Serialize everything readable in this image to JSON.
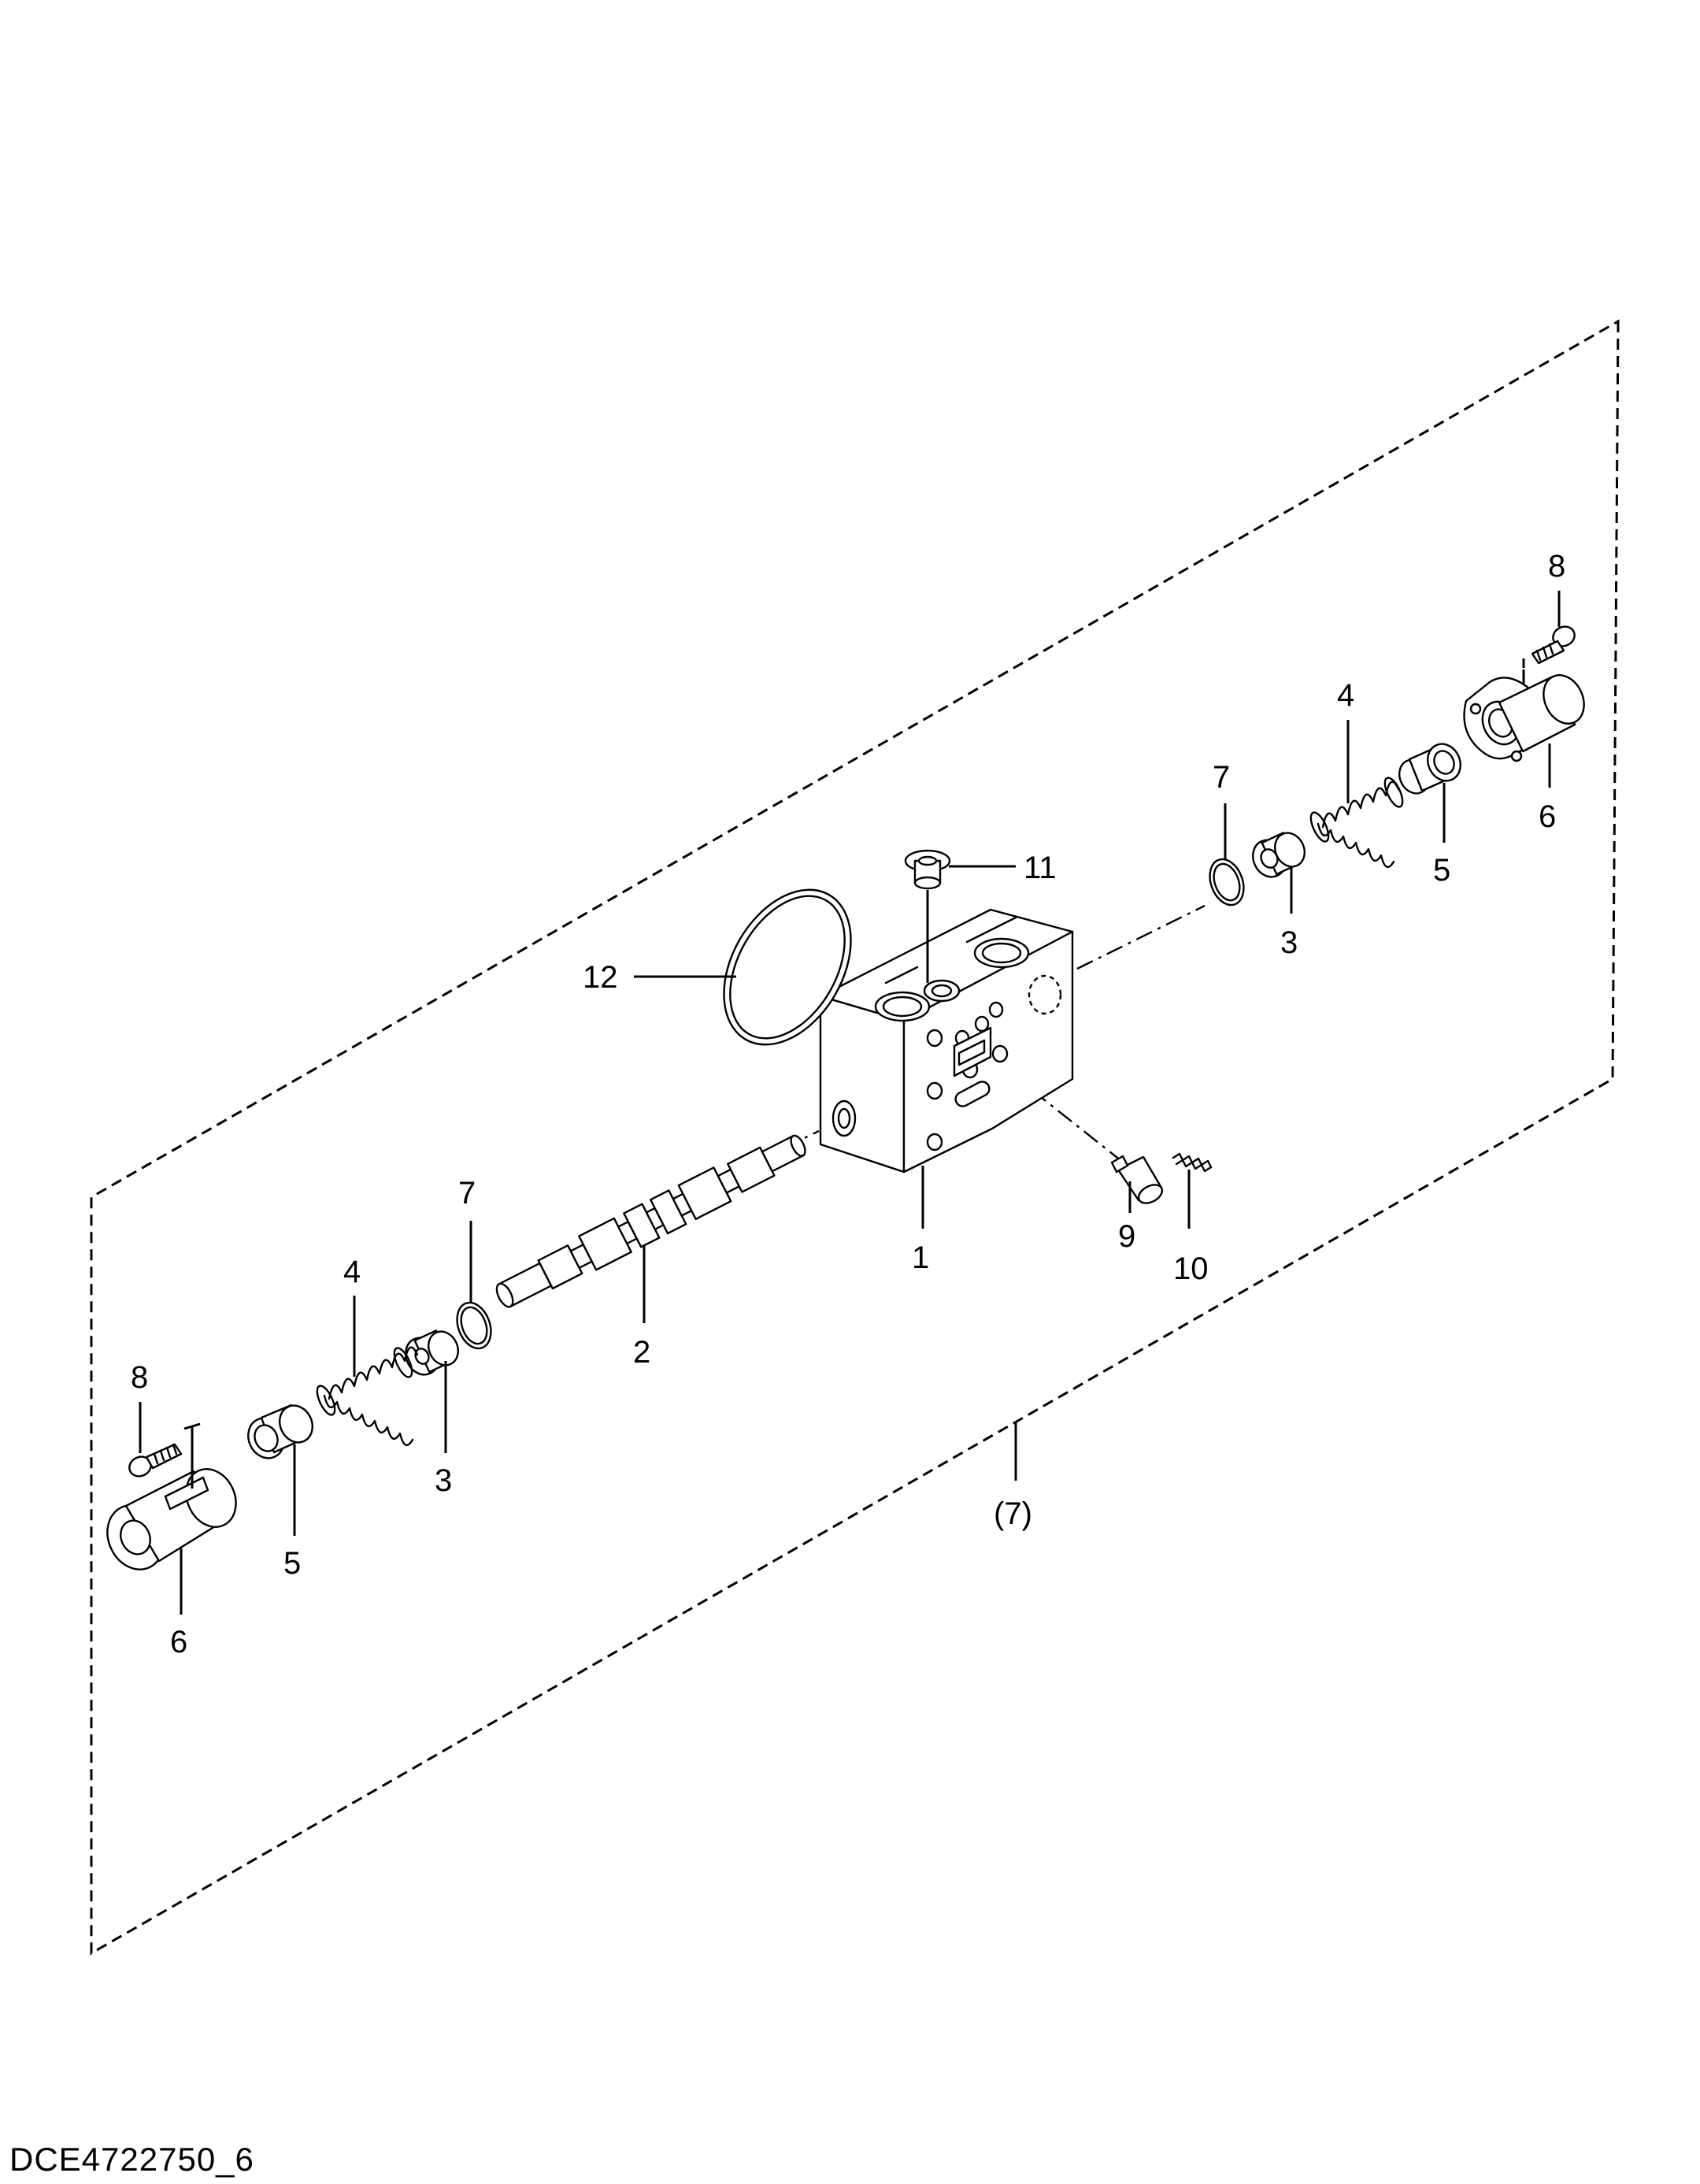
{
  "diagram": {
    "figure_code": "DCE4722750_6",
    "callouts": {
      "body": "1",
      "spool": "2",
      "spring_seat_right": "3",
      "spring_seat_left": "3",
      "spring_right": "4",
      "spring_left": "4",
      "stopper_right": "5",
      "stopper_left": "5",
      "cap_right": "6",
      "cap_left": "6",
      "oring_right": "7",
      "oring_left": "7",
      "assembly": "(7)",
      "bolt_right": "8",
      "bolt_left": "8",
      "poppet": "9",
      "spring_small": "10",
      "plug": "11",
      "oring_large": "12"
    }
  }
}
